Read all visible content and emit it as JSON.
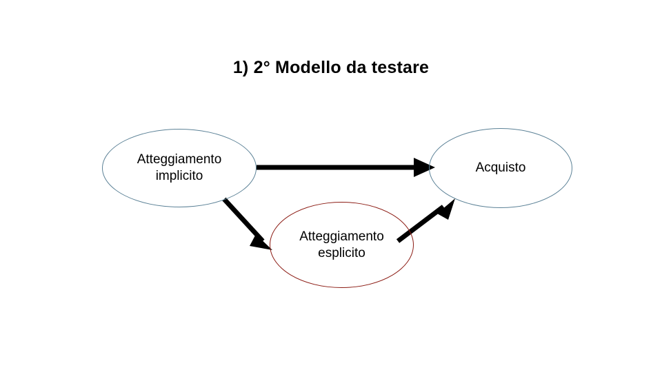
{
  "slide": {
    "title": "1) 2° Modello da testare",
    "background": "#ffffff"
  },
  "diagram": {
    "nodes": [
      {
        "id": "implicito",
        "label": "Atteggiamento implicito",
        "line1": "Atteggiamento",
        "line2": "implicito",
        "shape": "ellipse",
        "border_color": "#5b8196"
      },
      {
        "id": "esplicito",
        "label": "Atteggiamento esplicito",
        "line1": "Atteggiamento",
        "line2": "esplicito",
        "shape": "ellipse",
        "border_color": "#8b1a12"
      },
      {
        "id": "acquisto",
        "label": "Acquisto",
        "line1": "Acquisto",
        "line2": "",
        "shape": "ellipse",
        "border_color": "#5b8196"
      }
    ],
    "edges": [
      {
        "id": "implicito-to-acquisto",
        "from": "implicito",
        "to": "acquisto",
        "style": "solid-arrow",
        "color": "#000000"
      },
      {
        "id": "implicito-to-esplicito",
        "from": "implicito",
        "to": "esplicito",
        "style": "solid-arrow",
        "color": "#000000"
      },
      {
        "id": "esplicito-to-acquisto",
        "from": "esplicito",
        "to": "acquisto",
        "style": "solid-arrow",
        "color": "#000000"
      }
    ]
  }
}
